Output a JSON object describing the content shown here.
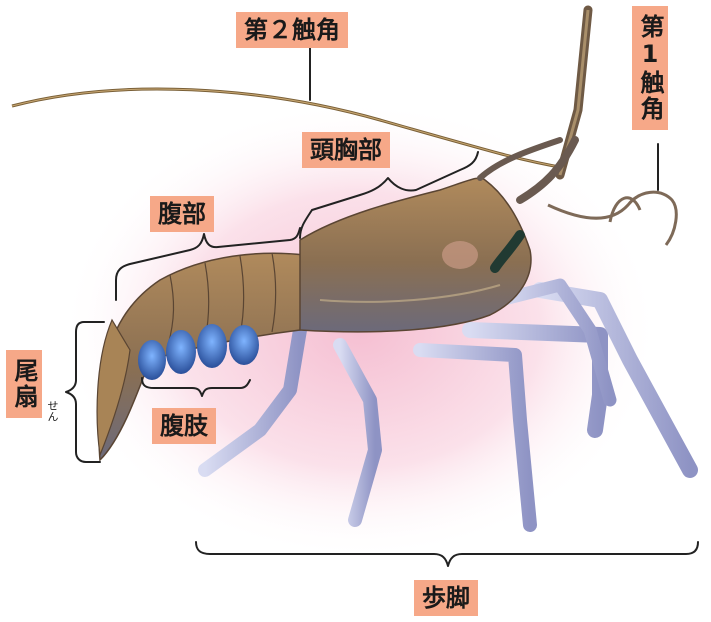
{
  "labels": {
    "antenna2": "第２触角",
    "antenna1": "第1触角",
    "cephalothorax": "頭胸部",
    "abdomen": "腹部",
    "pleopods": "腹肢",
    "tailfan": "尾扇",
    "tailfan_ruby": "せん",
    "walking_legs": "歩脚"
  },
  "colors": {
    "label_bg": "#f6a888",
    "bracket": "#222222",
    "glow": "#f7c6d8",
    "shell": "#9a7b52",
    "pleopod_blue": "#4a7ed0",
    "leg": "#b8bfe0"
  }
}
